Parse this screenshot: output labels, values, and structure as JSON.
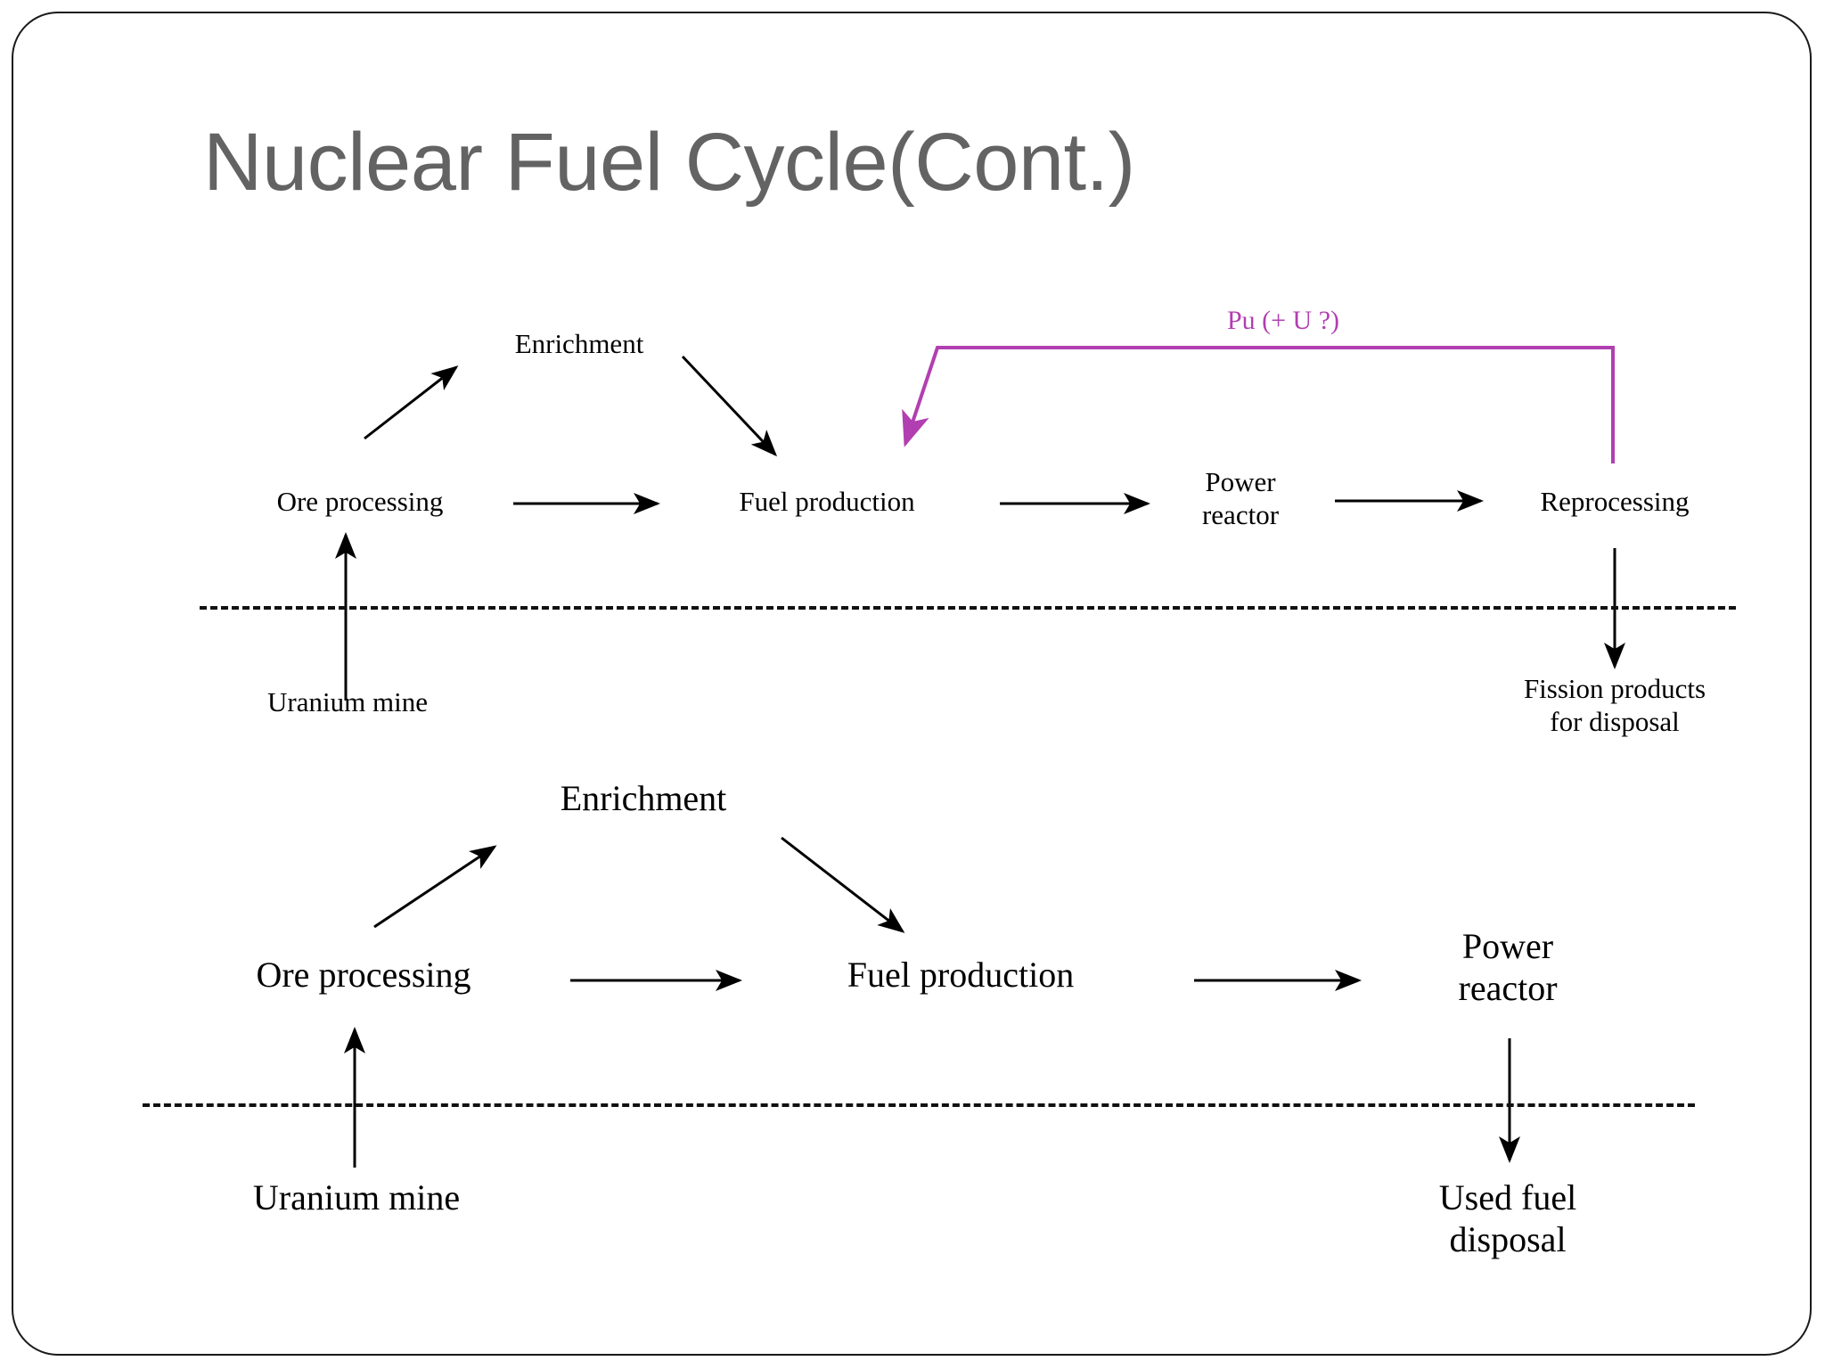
{
  "slide": {
    "title": "Nuclear Fuel Cycle(Cont.)",
    "title_color": "#636363",
    "background_color": "#ffffff",
    "border_color": "#1a1a1a"
  },
  "diagram_top": {
    "caption_recycle": "Pu (+ U ?)",
    "recycle_color": "#b13fb1",
    "nodes": {
      "enrichment": "Enrichment",
      "ore_processing": "Ore processing",
      "fuel_production": "Fuel production",
      "power_reactor": "Power\nreactor",
      "reprocessing": "Reprocessing",
      "uranium_mine": "Uranium mine",
      "fission_products": "Fission products\nfor disposal"
    }
  },
  "diagram_bottom": {
    "nodes": {
      "enrichment": "Enrichment",
      "ore_processing": "Ore processing",
      "fuel_production": "Fuel production",
      "power_reactor": "Power\nreactor",
      "uranium_mine": "Uranium mine",
      "used_fuel": "Used fuel\ndisposal"
    }
  },
  "chart_data": {
    "type": "diagram",
    "title": "Nuclear Fuel Cycle(Cont.)",
    "subtype": "flow-diagram",
    "panels": [
      {
        "name": "closed-fuel-cycle",
        "nodes": [
          "Uranium mine",
          "Ore processing",
          "Enrichment",
          "Fuel production",
          "Power reactor",
          "Reprocessing",
          "Fission products for disposal"
        ],
        "edges": [
          {
            "from": "Uranium mine",
            "to": "Ore processing",
            "color": "#000000"
          },
          {
            "from": "Ore processing",
            "to": "Enrichment",
            "color": "#000000"
          },
          {
            "from": "Enrichment",
            "to": "Fuel production",
            "color": "#000000"
          },
          {
            "from": "Ore processing",
            "to": "Fuel production",
            "color": "#000000"
          },
          {
            "from": "Fuel production",
            "to": "Power reactor",
            "color": "#000000"
          },
          {
            "from": "Power reactor",
            "to": "Reprocessing",
            "color": "#000000"
          },
          {
            "from": "Reprocessing",
            "to": "Fission products for disposal",
            "color": "#000000"
          },
          {
            "from": "Reprocessing",
            "to": "Fuel production",
            "label": "Pu (+ U ?)",
            "color": "#b13fb1"
          }
        ],
        "separator": "dashed ground line between surface and underground"
      },
      {
        "name": "once-through-fuel-cycle",
        "nodes": [
          "Uranium mine",
          "Ore processing",
          "Enrichment",
          "Fuel production",
          "Power reactor",
          "Used fuel disposal"
        ],
        "edges": [
          {
            "from": "Uranium mine",
            "to": "Ore processing",
            "color": "#000000"
          },
          {
            "from": "Ore processing",
            "to": "Enrichment",
            "color": "#000000"
          },
          {
            "from": "Enrichment",
            "to": "Fuel production",
            "color": "#000000"
          },
          {
            "from": "Ore processing",
            "to": "Fuel production",
            "color": "#000000"
          },
          {
            "from": "Fuel production",
            "to": "Power reactor",
            "color": "#000000"
          },
          {
            "from": "Power reactor",
            "to": "Used fuel disposal",
            "color": "#000000"
          }
        ],
        "separator": "dashed ground line between surface and underground"
      }
    ]
  }
}
